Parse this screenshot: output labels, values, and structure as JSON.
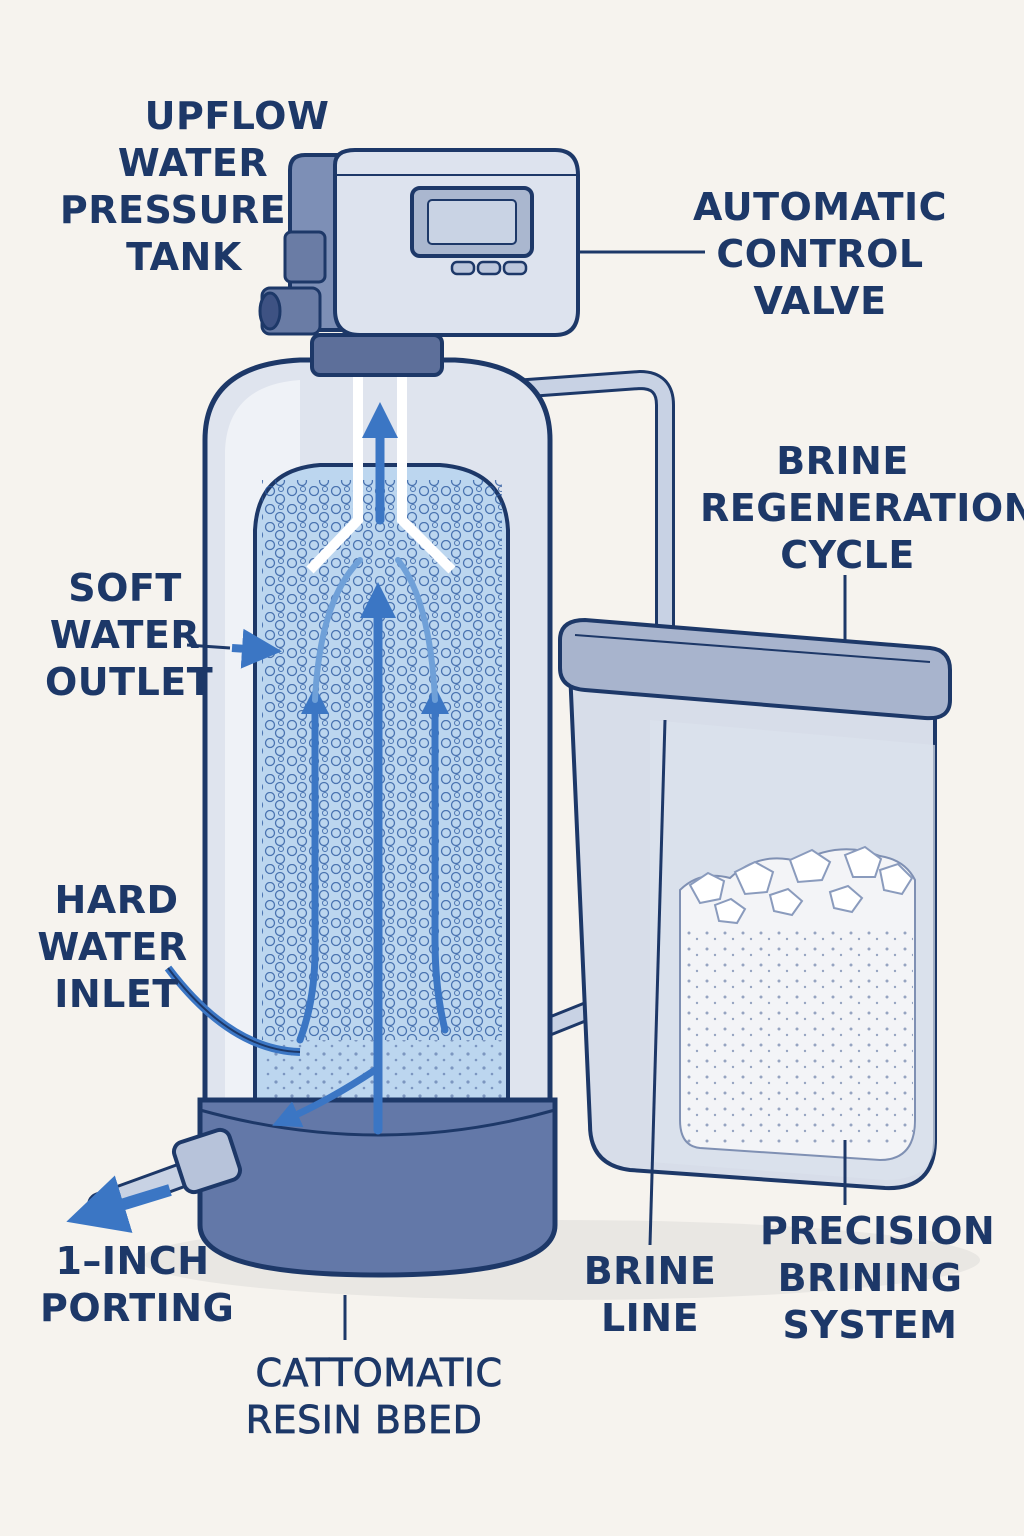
{
  "labels": {
    "upflow_tank": [
      "UPFLOW",
      "WATER",
      "PRESSURE",
      "TANK"
    ],
    "control_valve": [
      "AUTOMATIC",
      "CONTROL",
      "VALVE"
    ],
    "brine_regeneration": [
      "BRINE",
      "REGENERATION",
      "CYCLE"
    ],
    "soft_water_outlet": [
      "SOFT",
      "WATER",
      "OUTLET"
    ],
    "hard_water_inlet": [
      "HARD",
      "WATER",
      "INLET"
    ],
    "one_inch_porting": [
      "1–INCH",
      "PORTING"
    ],
    "brine_line": [
      "BRINE",
      "LINE"
    ],
    "precision_brining": [
      "PRECISION",
      "BRINING",
      "SYSTEM"
    ],
    "resin_bed": [
      "CATTOMATIC",
      "RESIN BBED"
    ]
  },
  "colors": {
    "outline": "#1d3868",
    "flow_arrow": "#3b76c4",
    "resin_water": "#bcd6ef",
    "tank_shell": "#dfe4ee",
    "base": "#6378a8",
    "background": "#f6f3ee"
  }
}
